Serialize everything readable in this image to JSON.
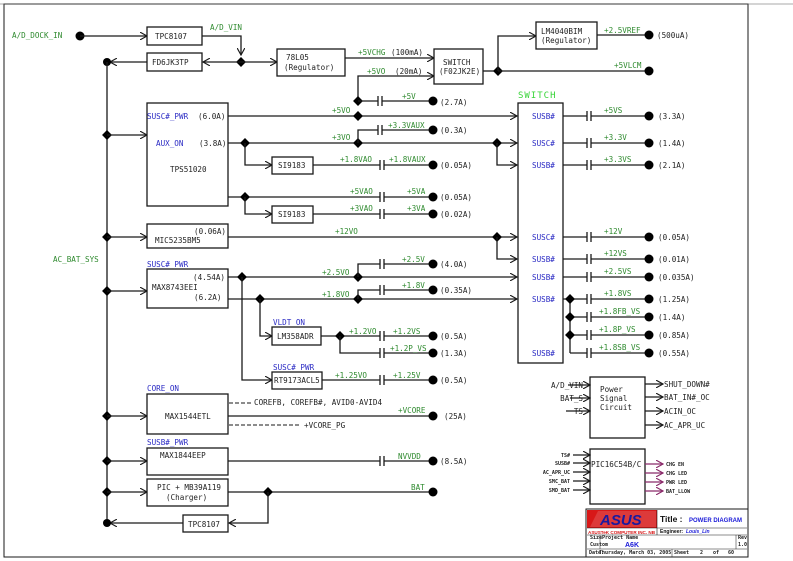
{
  "title_block": {
    "logo": "ASUS",
    "company": "ASUSTeK COMPUTER INC. NB",
    "title_label": "Title :",
    "title": "POWER DIAGRAM",
    "engineer_label": "Engineer:",
    "engineer": "Louis_Lin",
    "size_label": "Size",
    "size": "Custom",
    "project_label": "Project Name",
    "project": "A6K",
    "rev_label": "Rev",
    "rev": "1.0",
    "date_label": "Date:",
    "date": "Thursday, March 03, 2005",
    "sheet_label": "Sheet",
    "sheet": "2",
    "of_label": "of",
    "sheets": "60"
  },
  "input": {
    "dock_in": "A/D_DOCK_IN",
    "ad_vin": "A/D_VIN",
    "ac_bat_sys": "AC_BAT_SYS"
  },
  "blocks": {
    "tpc8107_top": "TPC8107",
    "fd6jk3tp": "FD6JK3TP",
    "reg78l05_line1": "78L05",
    "reg78l05_line2": "(Regulator)",
    "switch_f02_line1": "SWITCH",
    "switch_f02_line2": "(F02JK2E)",
    "lm4040_line1": "LM4040BIM",
    "lm4040_line2": "(Regulator)",
    "tps51020": "TPS51020",
    "si9183_a": "SI9183",
    "si9183_b": "SI9183",
    "mic5235": "MIC5235BM5",
    "max8743": "MAX8743EEI",
    "lm358": "LM358ADR",
    "rt9173": "RT9173ACL5",
    "max1544": "MAX1544ETL",
    "max1844": "MAX1844EEP",
    "charger_line1": "PIC + MB39A119",
    "charger_line2": "(Charger)",
    "tpc8107_bottom": "TPC8107",
    "switch_title": "SWITCH",
    "psc_line1": "Power",
    "psc_line2": "Signal",
    "psc_line3": "Circuit",
    "pic16": "PIC16C54B/C"
  },
  "enables": {
    "tps_susc": "SUSC#_PWR",
    "tps_susc_current": "(6.0A)",
    "tps_aux": "AUX_ON",
    "tps_aux_current": "(3.8A)",
    "mic_current": "(0.06A)",
    "max8743_en": "SUSC#_PWR",
    "max8743_c1": "(4.54A)",
    "max8743_c2": "(6.2A)",
    "vldt_on": "VLDT_ON",
    "rt_en": "SUSC#_PWR",
    "core_on": "CORE_ON",
    "susb_pwr": "SUSB#_PWR"
  },
  "nets": {
    "v5vchg": "+5VCHG",
    "v5vchg_current": "(100mA)",
    "v5vo_small": "+5VO",
    "v5vo_small_current": "(20mA)",
    "v25vref": "+2.5VREF",
    "v25vref_current": "(500uA)",
    "v5vlcm": "+5VLCM",
    "v5v": "+5V",
    "v5v_current": "(2.7A)",
    "v5vo": "+5VO",
    "v33vaux": "+3.3VAUX",
    "v33vaux_current": "(0.3A)",
    "v3vo": "+3VO",
    "v18vao": "+1.8VAO",
    "v18vaux": "+1.8VAUX",
    "v18vaux_current": "(0.05A)",
    "v5vao": "+5VAO",
    "v5va": "+5VA",
    "v5va_current": "(0.05A)",
    "v3vao": "+3VAO",
    "v3va": "+3VA",
    "v3va_current": "(0.02A)",
    "v12vo": "+12VO",
    "v25vo": "+2.5VO",
    "v25v": "+2.5V",
    "v25v_current": "(4.0A)",
    "v18vo": "+1.8VO",
    "v18v": "+1.8V",
    "v18v_current": "(0.35A)",
    "v12vo_ldt": "+1.2VO",
    "v12vs": "+1.2VS",
    "v12vs_current": "(0.5A)",
    "v12pvs": "+1.2P_VS",
    "v12pvs_current": "(1.3A)",
    "v125vo": "+1.25VO",
    "v125v": "+1.25V",
    "v125v_current": "(0.5A)",
    "corefb": "COREFB, COREFB#, AVID0-AVID4",
    "vcore": "+VCORE",
    "vcore_current": "(25A)",
    "vcore_pg": "+VCORE_PG",
    "nvvdd": "NVVDD",
    "nvvdd_current": "(8.5A)",
    "bat": "BAT"
  },
  "switch_rows": [
    {
      "enable": "SUSB#",
      "net": "+5VS",
      "current": "(3.3A)"
    },
    {
      "enable": "SUSC#",
      "net": "+3.3V",
      "current": "(1.4A)"
    },
    {
      "enable": "SUSB#",
      "net": "+3.3VS",
      "current": "(2.1A)"
    },
    {
      "enable": "SUSC#",
      "net": "+12V",
      "current": "(0.05A)"
    },
    {
      "enable": "SUSB#",
      "net": "+12VS",
      "current": "(0.01A)"
    },
    {
      "enable": "SUSB#",
      "net": "+2.5VS",
      "current": "(0.035A)"
    },
    {
      "enable": "SUSB#",
      "net": "+1.8VS",
      "current": "(1.25A)"
    },
    {
      "enable": "",
      "net": "+1.8FB_VS",
      "current": "(1.4A)"
    },
    {
      "enable": "",
      "net": "+1.8P_VS",
      "current": "(0.85A)"
    },
    {
      "enable": "SUSB#",
      "net": "+1.8SB_VS",
      "current": "(0.55A)"
    }
  ],
  "psc": {
    "inputs": [
      "A/D_VIN",
      "BAT_S",
      "TS"
    ],
    "outputs": [
      "SHUT_DOWN#",
      "BAT_IN#_OC",
      "ACIN_OC",
      "AC_APR_UC"
    ]
  },
  "pic": {
    "inputs": [
      "TS#",
      "SUSB#",
      "AC_APR_UC",
      "SMC_BAT",
      "SMD_BAT"
    ],
    "outputs": [
      "CHG EN",
      "CHG LED",
      "PWR LED",
      "BAT_LLOW"
    ]
  }
}
